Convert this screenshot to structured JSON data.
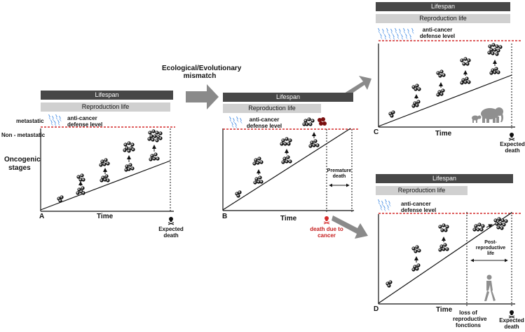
{
  "middle": {
    "title_line1": "Ecological/Evolutionary",
    "title_line2": "mismatch"
  },
  "common": {
    "lifespan": "Lifespan",
    "reproduction_life": "Reproduction life",
    "anti_cancer_line1": "anti-cancer",
    "anti_cancer_line2": "defense level",
    "time": "Time",
    "expected_death_line1": "Expected",
    "expected_death_line2": "death"
  },
  "panel_a": {
    "letter": "A",
    "metastatic": "metastatic",
    "non_metastatic": "Non - metastatic",
    "oncogenic_line1": "Oncogenic",
    "oncogenic_line2": "stages"
  },
  "panel_b": {
    "letter": "B",
    "premature_line1": "Premature",
    "premature_line2": "death",
    "cancer_death_line1": "death due to",
    "cancer_death_line2": "cancer"
  },
  "panel_c": {
    "letter": "C"
  },
  "panel_d": {
    "letter": "D",
    "post_line1": "Post-",
    "post_line2": "reproductive",
    "post_line3": "life",
    "loss_line1": "loss of",
    "loss_line2": "reproductive",
    "loss_line3": "fonctions"
  },
  "colors": {
    "defense_line": "#d42a2a",
    "lifespan_bar": "#474747",
    "reproduction_bar": "#d0d0d0",
    "arrow_gray": "#8a8a8a",
    "lightning": "#5b9be8",
    "metastatic_cluster": "#7a1010"
  },
  "icons": [
    "skull-icon",
    "lightning-icon",
    "elephant-icon",
    "walking-person-icon",
    "arrow-icon",
    "cell-cluster-icon"
  ]
}
